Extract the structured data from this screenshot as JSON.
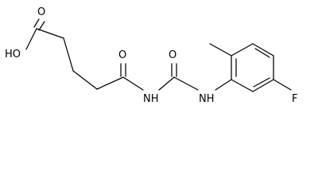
{
  "molecule": {
    "atoms": {
      "carbonyl_o_acid": "O",
      "hydroxyl": "HO",
      "carbonyl_o_amide": "O",
      "imide_nh": "NH",
      "carbonyl_o_urea": "O",
      "anilide_nh": "NH",
      "fluorine": "F"
    }
  }
}
